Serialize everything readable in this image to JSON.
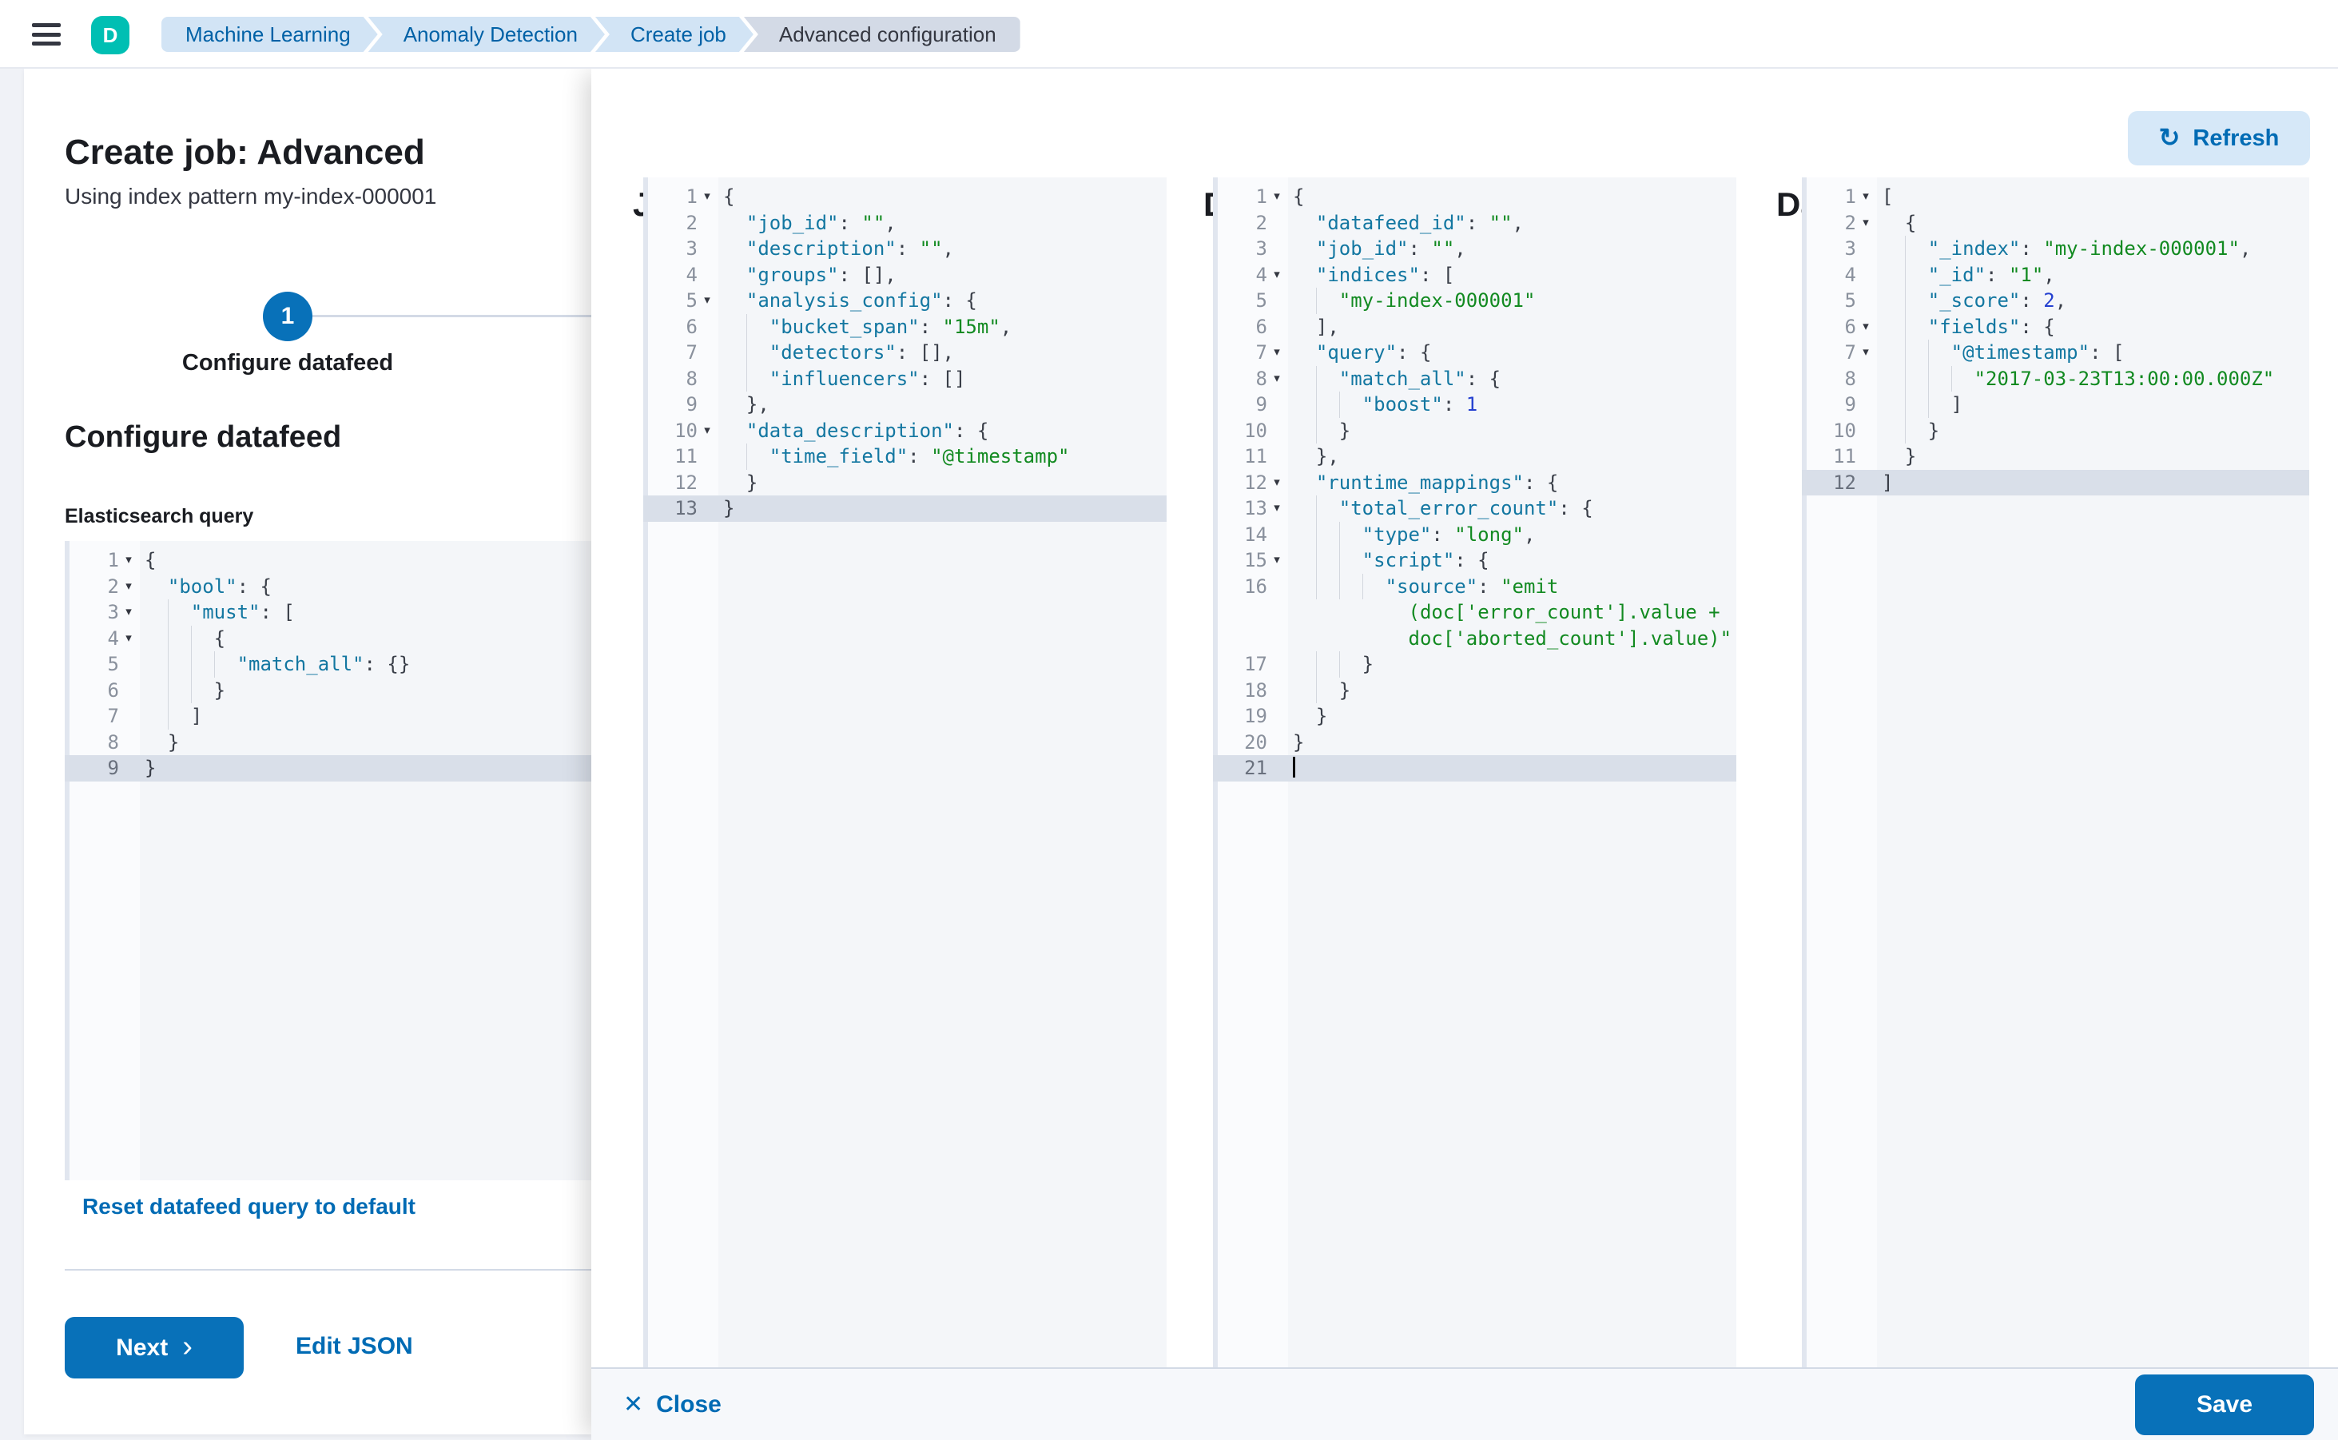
{
  "colors": {
    "primary": "#0871b9",
    "link": "#006bb4",
    "avatar": "#00bfb3",
    "crumb-bg": "#d2e4f5",
    "crumb-text": "#0061a6",
    "crumb-last-bg": "#d3dae6",
    "ed-active": "#d9dfe9",
    "tok-k": "#1377a1",
    "tok-s": "#128a21",
    "tok-n": "#2440d0"
  },
  "topbar": {
    "avatar_initial": "D",
    "breadcrumbs": [
      {
        "label": "Machine Learning"
      },
      {
        "label": "Anomaly Detection"
      },
      {
        "label": "Create job"
      },
      {
        "label": "Advanced configuration"
      }
    ]
  },
  "wizard": {
    "title": "Create job: Advanced",
    "subtitle": "Using index pattern my-index-000001",
    "step_number": "1",
    "step_label": "Configure datafeed",
    "section_heading": "Configure datafeed",
    "query_label": "Elasticsearch query",
    "reset_link": "Reset datafeed query to default",
    "next_button": "Next",
    "next_chevron": "›",
    "edit_json_link": "Edit JSON"
  },
  "footer": {
    "close_icon": "✕",
    "close_label": "Close",
    "save_label": "Save"
  },
  "editors": {
    "query": {
      "lines": [
        {
          "n": "1",
          "f": true,
          "i": 0,
          "t": [
            [
              "p",
              "{"
            ]
          ]
        },
        {
          "n": "2",
          "f": true,
          "i": 1,
          "t": [
            [
              "k",
              "\"bool\""
            ],
            [
              "p",
              ": {"
            ]
          ]
        },
        {
          "n": "3",
          "f": true,
          "i": 2,
          "t": [
            [
              "k",
              "\"must\""
            ],
            [
              "p",
              ": ["
            ]
          ]
        },
        {
          "n": "4",
          "f": true,
          "i": 3,
          "t": [
            [
              "p",
              "{"
            ]
          ]
        },
        {
          "n": "5",
          "i": 4,
          "t": [
            [
              "k",
              "\"match_all\""
            ],
            [
              "p",
              ": {}"
            ]
          ]
        },
        {
          "n": "6",
          "i": 3,
          "t": [
            [
              "p",
              "}"
            ]
          ]
        },
        {
          "n": "7",
          "i": 2,
          "t": [
            [
              "p",
              "]"
            ]
          ]
        },
        {
          "n": "8",
          "i": 1,
          "t": [
            [
              "p",
              "}"
            ]
          ]
        },
        {
          "n": "9",
          "a": true,
          "i": 0,
          "t": [
            [
              "p",
              "}"
            ]
          ]
        }
      ]
    },
    "job": {
      "title": "Job configuration JSON",
      "lines": [
        {
          "n": "1",
          "f": true,
          "i": 0,
          "t": [
            [
              "p",
              "{"
            ]
          ]
        },
        {
          "n": "2",
          "i": 1,
          "t": [
            [
              "k",
              "\"job_id\""
            ],
            [
              "p",
              ": "
            ],
            [
              "s",
              "\"\""
            ],
            [
              "p",
              ","
            ]
          ]
        },
        {
          "n": "3",
          "i": 1,
          "t": [
            [
              "k",
              "\"description\""
            ],
            [
              "p",
              ": "
            ],
            [
              "s",
              "\"\""
            ],
            [
              "p",
              ","
            ]
          ]
        },
        {
          "n": "4",
          "i": 1,
          "t": [
            [
              "k",
              "\"groups\""
            ],
            [
              "p",
              ": [],"
            ]
          ]
        },
        {
          "n": "5",
          "f": true,
          "i": 1,
          "t": [
            [
              "k",
              "\"analysis_config\""
            ],
            [
              "p",
              ": {"
            ]
          ]
        },
        {
          "n": "6",
          "i": 2,
          "t": [
            [
              "k",
              "\"bucket_span\""
            ],
            [
              "p",
              ": "
            ],
            [
              "s",
              "\"15m\""
            ],
            [
              "p",
              ","
            ]
          ]
        },
        {
          "n": "7",
          "i": 2,
          "t": [
            [
              "k",
              "\"detectors\""
            ],
            [
              "p",
              ": [],"
            ]
          ]
        },
        {
          "n": "8",
          "i": 2,
          "t": [
            [
              "k",
              "\"influencers\""
            ],
            [
              "p",
              ": []"
            ]
          ]
        },
        {
          "n": "9",
          "i": 1,
          "t": [
            [
              "p",
              "},"
            ]
          ]
        },
        {
          "n": "10",
          "f": true,
          "i": 1,
          "t": [
            [
              "k",
              "\"data_description\""
            ],
            [
              "p",
              ": {"
            ]
          ]
        },
        {
          "n": "11",
          "i": 2,
          "t": [
            [
              "k",
              "\"time_field\""
            ],
            [
              "p",
              ": "
            ],
            [
              "s",
              "\"@timestamp\""
            ]
          ]
        },
        {
          "n": "12",
          "i": 1,
          "t": [
            [
              "p",
              "}"
            ]
          ]
        },
        {
          "n": "13",
          "a": true,
          "i": 0,
          "t": [
            [
              "p",
              "}"
            ]
          ]
        }
      ]
    },
    "datafeed": {
      "title": "Datafeed configuration JSON",
      "lines": [
        {
          "n": "1",
          "f": true,
          "i": 0,
          "t": [
            [
              "p",
              "{"
            ]
          ]
        },
        {
          "n": "2",
          "i": 1,
          "t": [
            [
              "k",
              "\"datafeed_id\""
            ],
            [
              "p",
              ": "
            ],
            [
              "s",
              "\"\""
            ],
            [
              "p",
              ","
            ]
          ]
        },
        {
          "n": "3",
          "i": 1,
          "t": [
            [
              "k",
              "\"job_id\""
            ],
            [
              "p",
              ": "
            ],
            [
              "s",
              "\"\""
            ],
            [
              "p",
              ","
            ]
          ]
        },
        {
          "n": "4",
          "f": true,
          "i": 1,
          "t": [
            [
              "k",
              "\"indices\""
            ],
            [
              "p",
              ": ["
            ]
          ]
        },
        {
          "n": "5",
          "i": 2,
          "t": [
            [
              "s",
              "\"my-index-000001\""
            ]
          ]
        },
        {
          "n": "6",
          "i": 1,
          "t": [
            [
              "p",
              "],"
            ]
          ]
        },
        {
          "n": "7",
          "f": true,
          "i": 1,
          "t": [
            [
              "k",
              "\"query\""
            ],
            [
              "p",
              ": {"
            ]
          ]
        },
        {
          "n": "8",
          "f": true,
          "i": 2,
          "t": [
            [
              "k",
              "\"match_all\""
            ],
            [
              "p",
              ": {"
            ]
          ]
        },
        {
          "n": "9",
          "i": 3,
          "t": [
            [
              "k",
              "\"boost\""
            ],
            [
              "p",
              ": "
            ],
            [
              "n",
              "1"
            ]
          ]
        },
        {
          "n": "10",
          "i": 2,
          "t": [
            [
              "p",
              "}"
            ]
          ]
        },
        {
          "n": "11",
          "i": 1,
          "t": [
            [
              "p",
              "},"
            ]
          ]
        },
        {
          "n": "12",
          "f": true,
          "i": 1,
          "t": [
            [
              "k",
              "\"runtime_mappings\""
            ],
            [
              "p",
              ": {"
            ]
          ]
        },
        {
          "n": "13",
          "f": true,
          "i": 2,
          "t": [
            [
              "k",
              "\"total_error_count\""
            ],
            [
              "p",
              ": {"
            ]
          ]
        },
        {
          "n": "14",
          "i": 3,
          "t": [
            [
              "k",
              "\"type\""
            ],
            [
              "p",
              ": "
            ],
            [
              "s",
              "\"long\""
            ],
            [
              "p",
              ","
            ]
          ]
        },
        {
          "n": "15",
          "f": true,
          "i": 3,
          "t": [
            [
              "k",
              "\"script\""
            ],
            [
              "p",
              ": {"
            ]
          ]
        },
        {
          "n": "16",
          "i": 4,
          "t": [
            [
              "k",
              "\"source\""
            ],
            [
              "p",
              ": "
            ],
            [
              "s",
              "\"emit"
            ]
          ]
        },
        {
          "n": "",
          "i": 0,
          "t": [
            [
              "s",
              "          (doc['error_count'].value +"
            ]
          ]
        },
        {
          "n": "",
          "i": 0,
          "t": [
            [
              "s",
              "          doc['aborted_count'].value)\""
            ]
          ]
        },
        {
          "n": "17",
          "i": 3,
          "t": [
            [
              "p",
              "}"
            ]
          ]
        },
        {
          "n": "18",
          "i": 2,
          "t": [
            [
              "p",
              "}"
            ]
          ]
        },
        {
          "n": "19",
          "i": 1,
          "t": [
            [
              "p",
              "}"
            ]
          ]
        },
        {
          "n": "20",
          "i": 0,
          "t": [
            [
              "p",
              "}"
            ]
          ]
        },
        {
          "n": "21",
          "a": true,
          "i": 0,
          "t": [
            [
              "c",
              ""
            ]
          ]
        }
      ]
    },
    "preview": {
      "title": "Datafeed preview",
      "refresh_button": "Refresh",
      "refresh_icon": "↻",
      "lines": [
        {
          "n": "1",
          "f": true,
          "i": 0,
          "t": [
            [
              "p",
              "["
            ]
          ]
        },
        {
          "n": "2",
          "f": true,
          "i": 1,
          "t": [
            [
              "p",
              "{"
            ]
          ]
        },
        {
          "n": "3",
          "i": 2,
          "t": [
            [
              "k",
              "\"_index\""
            ],
            [
              "p",
              ": "
            ],
            [
              "s",
              "\"my-index-000001\""
            ],
            [
              "p",
              ","
            ]
          ]
        },
        {
          "n": "4",
          "i": 2,
          "t": [
            [
              "k",
              "\"_id\""
            ],
            [
              "p",
              ": "
            ],
            [
              "s",
              "\"1\""
            ],
            [
              "p",
              ","
            ]
          ]
        },
        {
          "n": "5",
          "i": 2,
          "t": [
            [
              "k",
              "\"_score\""
            ],
            [
              "p",
              ": "
            ],
            [
              "n",
              "2"
            ],
            [
              "p",
              ","
            ]
          ]
        },
        {
          "n": "6",
          "f": true,
          "i": 2,
          "t": [
            [
              "k",
              "\"fields\""
            ],
            [
              "p",
              ": {"
            ]
          ]
        },
        {
          "n": "7",
          "f": true,
          "i": 3,
          "t": [
            [
              "k",
              "\"@timestamp\""
            ],
            [
              "p",
              ": ["
            ]
          ]
        },
        {
          "n": "8",
          "i": 4,
          "t": [
            [
              "s",
              "\"2017-03-23T13:00:00.000Z\""
            ]
          ]
        },
        {
          "n": "9",
          "i": 3,
          "t": [
            [
              "p",
              "]"
            ]
          ]
        },
        {
          "n": "10",
          "i": 2,
          "t": [
            [
              "p",
              "}"
            ]
          ]
        },
        {
          "n": "11",
          "i": 1,
          "t": [
            [
              "p",
              "}"
            ]
          ]
        },
        {
          "n": "12",
          "a": true,
          "i": 0,
          "t": [
            [
              "p",
              "]"
            ]
          ]
        }
      ]
    }
  }
}
